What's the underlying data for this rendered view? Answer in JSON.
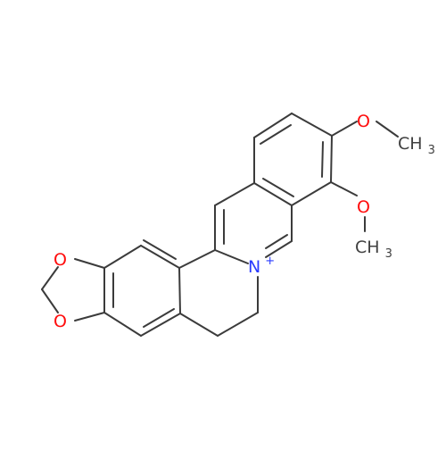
{
  "molecule": {
    "atoms": {
      "oxygen_1": "O",
      "oxygen_2": "O",
      "oxygen_3": "O",
      "oxygen_4": "O",
      "nitrogen": "N",
      "nitrogen_charge": "+",
      "methyl_1_main": "CH",
      "methyl_1_sub": "3",
      "methyl_2_main": "CH",
      "methyl_2_sub": "3"
    },
    "colors": {
      "bond": "#3b3b3b",
      "oxygen": "#ff0d0d",
      "nitrogen": "#2a3bff",
      "carbon": "#404040",
      "background": "#ffffff"
    }
  }
}
